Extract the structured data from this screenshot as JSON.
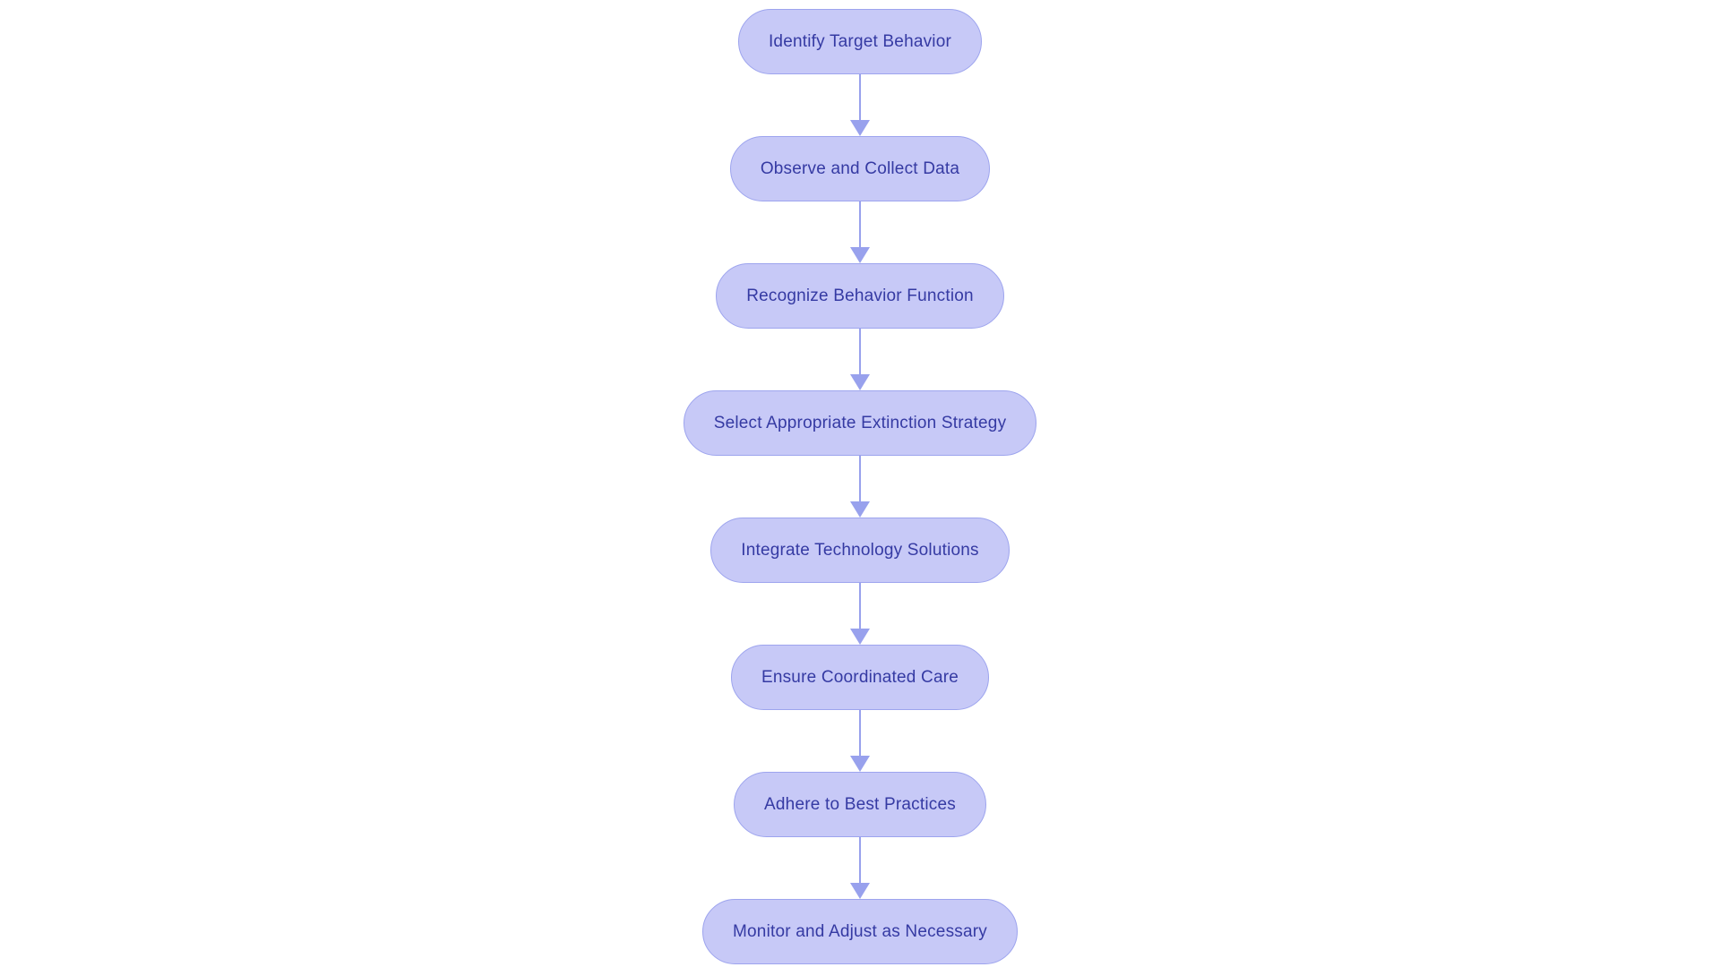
{
  "diagram": {
    "type": "flowchart",
    "direction": "top-down",
    "background": "#ffffff",
    "nodes": [
      {
        "label": "Identify Target Behavior"
      },
      {
        "label": "Observe and Collect Data"
      },
      {
        "label": "Recognize Behavior Function"
      },
      {
        "label": "Select Appropriate Extinction Strategy"
      },
      {
        "label": "Integrate Technology Solutions"
      },
      {
        "label": "Ensure Coordinated Care"
      },
      {
        "label": "Adhere to Best Practices"
      },
      {
        "label": "Monitor and Adjust as Necessary"
      }
    ],
    "edges": [
      {
        "from": 0,
        "to": 1
      },
      {
        "from": 1,
        "to": 2
      },
      {
        "from": 2,
        "to": 3
      },
      {
        "from": 3,
        "to": 4
      },
      {
        "from": 4,
        "to": 5
      },
      {
        "from": 5,
        "to": 6
      },
      {
        "from": 6,
        "to": 7
      }
    ],
    "colors": {
      "node_fill": "#c7c9f7",
      "node_border": "#9da4ee",
      "node_text": "#353aa3",
      "arrow": "#98a1ed",
      "background": "#ffffff"
    }
  }
}
